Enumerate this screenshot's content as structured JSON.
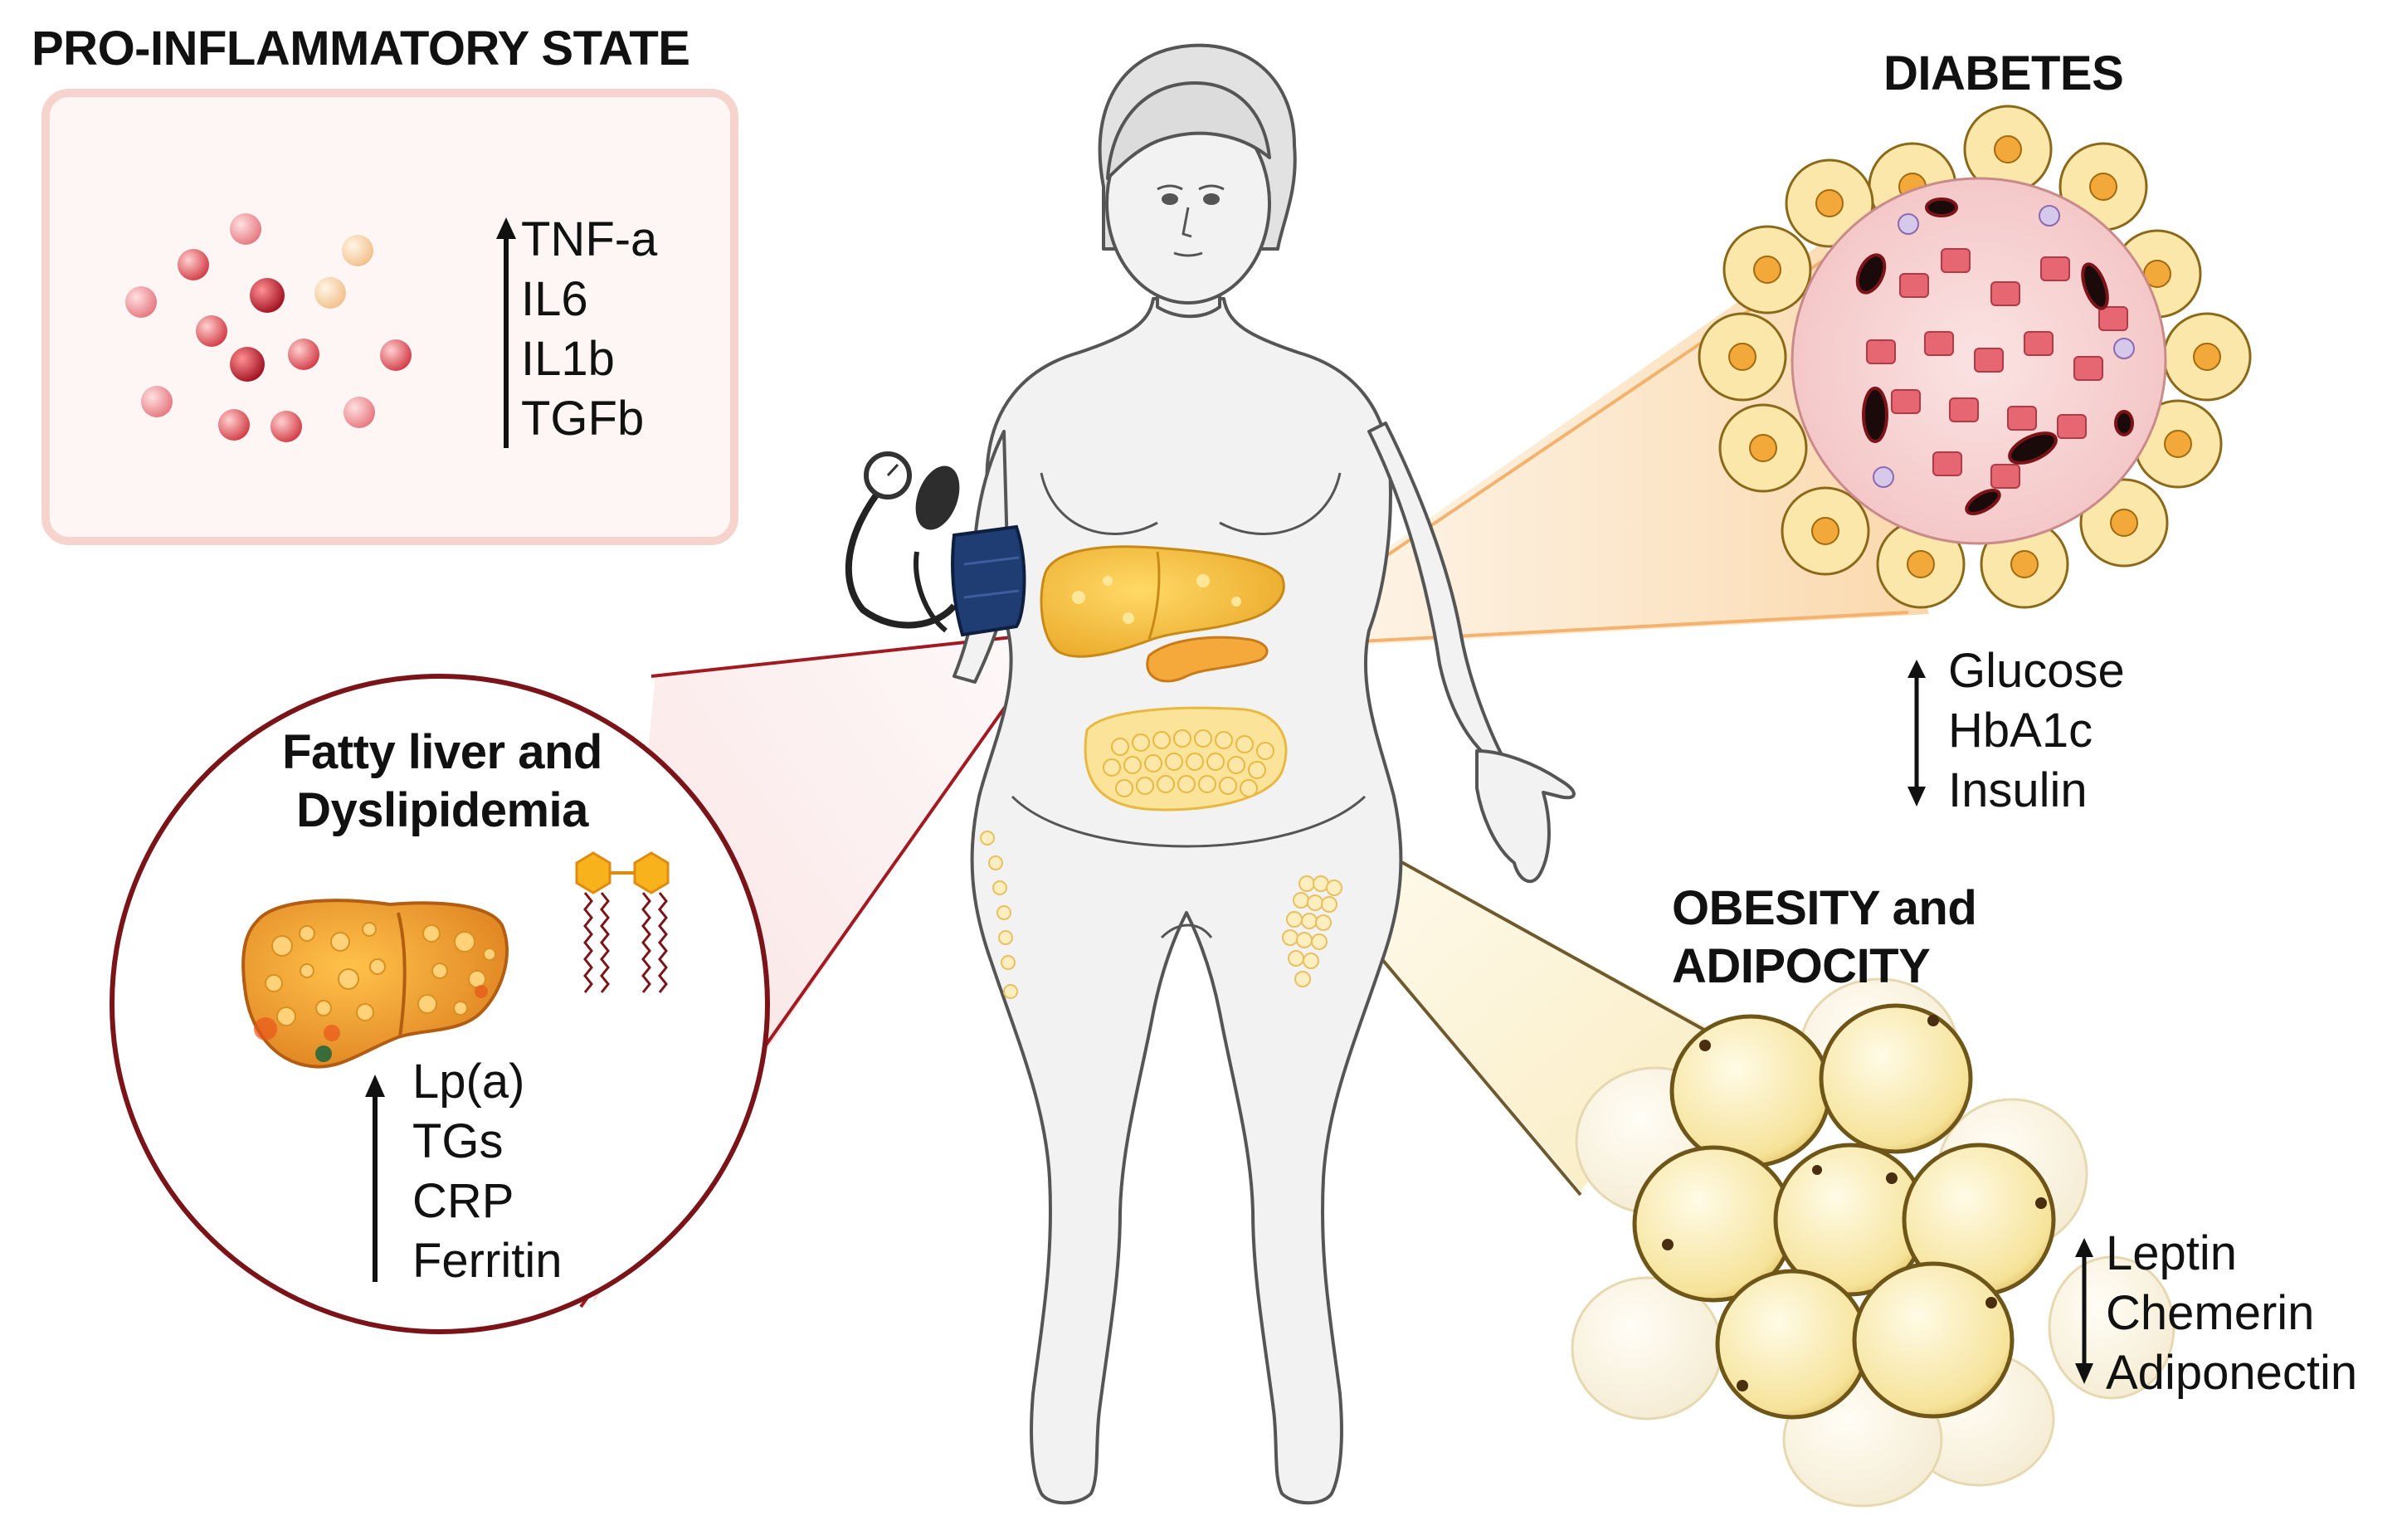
{
  "colors": {
    "skin_fill": "#f2f2f2",
    "outline": "#555555",
    "liver": "#f2b430",
    "fat": "#f7c85a",
    "inflammation_panel": "#fdecea",
    "circle_border": "#7a1418",
    "arrow": "#111111"
  },
  "pro_inflammatory": {
    "title": "PRO-INFLAMMATORY STATE",
    "up_arrow_icon": "arrow-up-icon",
    "markers": [
      "TNF-a",
      "IL6",
      "IL1b",
      "TGFb"
    ]
  },
  "fatty_liver": {
    "title_line1": "Fatty liver and",
    "title_line2": "Dyslipidemia",
    "up_arrow_icon": "arrow-up-icon",
    "markers": [
      "Lp(a)",
      "TGs",
      "CRP",
      "Ferritin"
    ]
  },
  "diabetes": {
    "title": "DIABETES",
    "markers": [
      {
        "label": "Glucose",
        "direction": "up"
      },
      {
        "label": "HbA1c",
        "direction": "none"
      },
      {
        "label": "Insulin",
        "direction": "down"
      }
    ]
  },
  "obesity": {
    "title_line1": "OBESITY and",
    "title_line2": "ADIPOCITY",
    "markers": [
      {
        "label": "Leptin",
        "direction": "up"
      },
      {
        "label": "Chemerin",
        "direction": "none"
      },
      {
        "label": "Adiponectin",
        "direction": "down"
      }
    ]
  }
}
